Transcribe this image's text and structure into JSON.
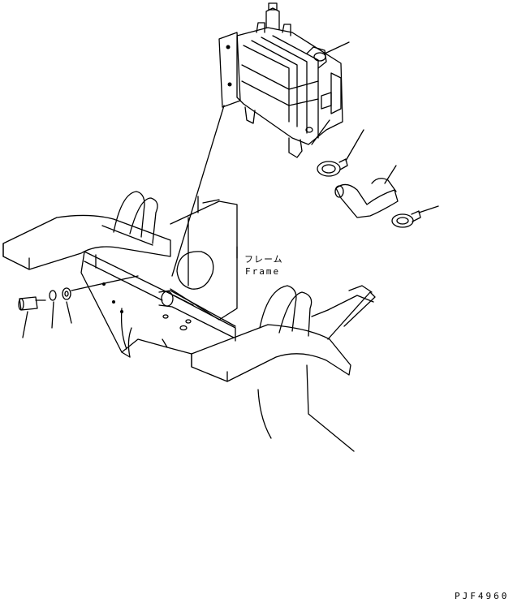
{
  "diagram": {
    "callouts": {
      "frame_ja": "フレーム",
      "frame_en": "Frame"
    },
    "drawing_code": "PJF4960"
  }
}
